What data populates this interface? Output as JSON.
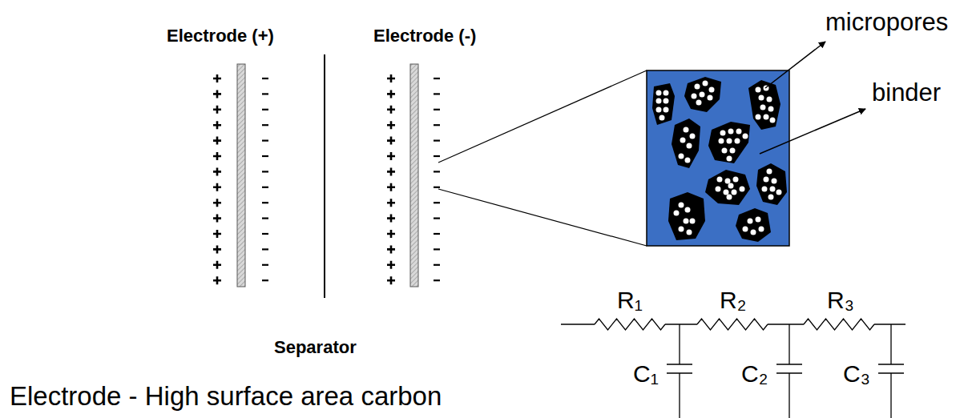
{
  "diagram": {
    "caption": "Electrode - High surface area carbon",
    "labels": [
      "Electrode (+)",
      "Electrode (-)",
      "micropores",
      "binder",
      "Separator",
      "R₁",
      "R₂",
      "R₃",
      "C₁",
      "C₂",
      "C₃"
    ]
  }
}
